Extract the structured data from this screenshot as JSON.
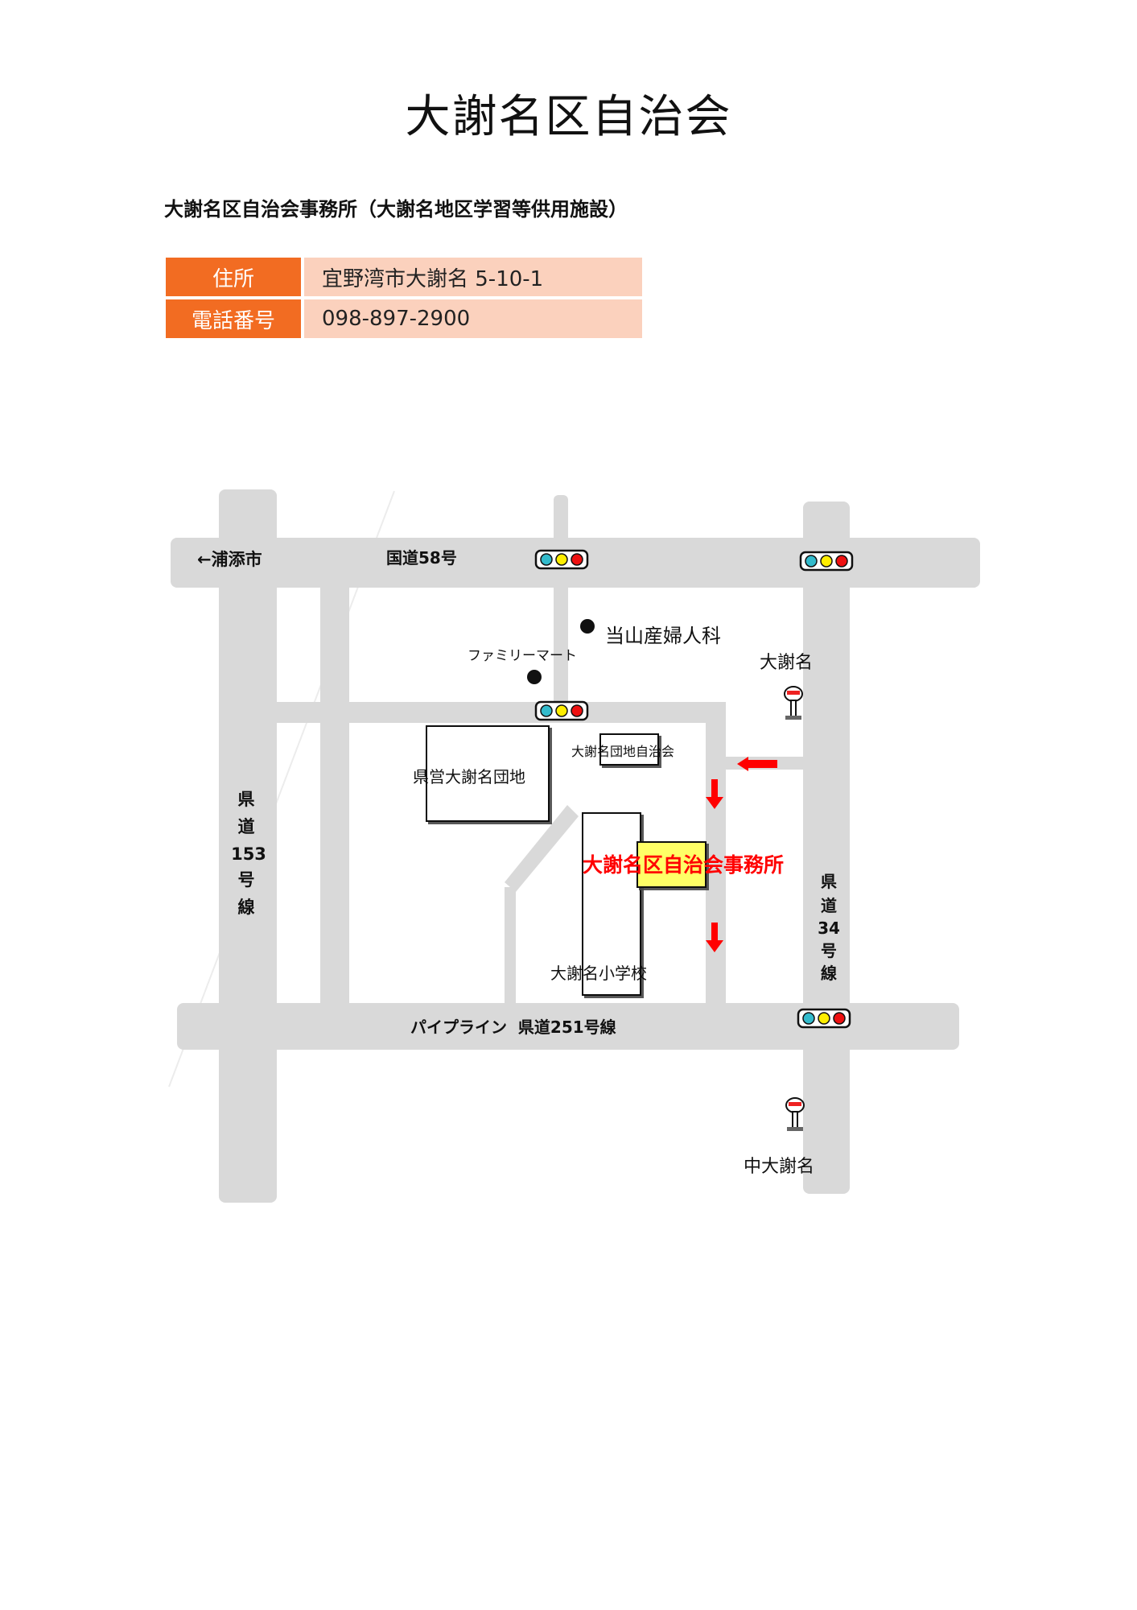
{
  "title": "大謝名区自治会",
  "subtitle": "大謝名区自治会事務所（大謝名地区学習等供用施設）",
  "info_rows": [
    {
      "label": "住所",
      "value": "宜野湾市大謝名 5-10-1"
    },
    {
      "label": "電話番号",
      "value": "098-897-2900"
    }
  ],
  "map": {
    "roads": {
      "national_58": "国道58号",
      "to_urasoe": "←浦添市",
      "pipeline": "パイプライン  県道251号線",
      "pref_153": [
        "県",
        "道",
        "153",
        "号",
        "線"
      ],
      "pref_34": [
        "県",
        "道",
        "34",
        "号",
        "線"
      ]
    },
    "landmarks": {
      "touyama_clinic": "当山産婦人科",
      "familymart": "ファミリーマート",
      "bus_stop_ojana": "大謝名",
      "bus_stop_naka_ojana": "中大謝名",
      "kenei_danchi": "県営大謝名団地",
      "danchi_jichikai": "大謝名団地自治会",
      "office": "大謝名区自治会事務所",
      "school": "大謝名小学校"
    },
    "colors": {
      "road": "#d9d9d9",
      "office_fill": "#ffff66",
      "office_label": "#ff0000",
      "arrow": "#ff0000",
      "signal_lights": [
        "#33bbcc",
        "#ffee00",
        "#ee1111"
      ]
    }
  }
}
